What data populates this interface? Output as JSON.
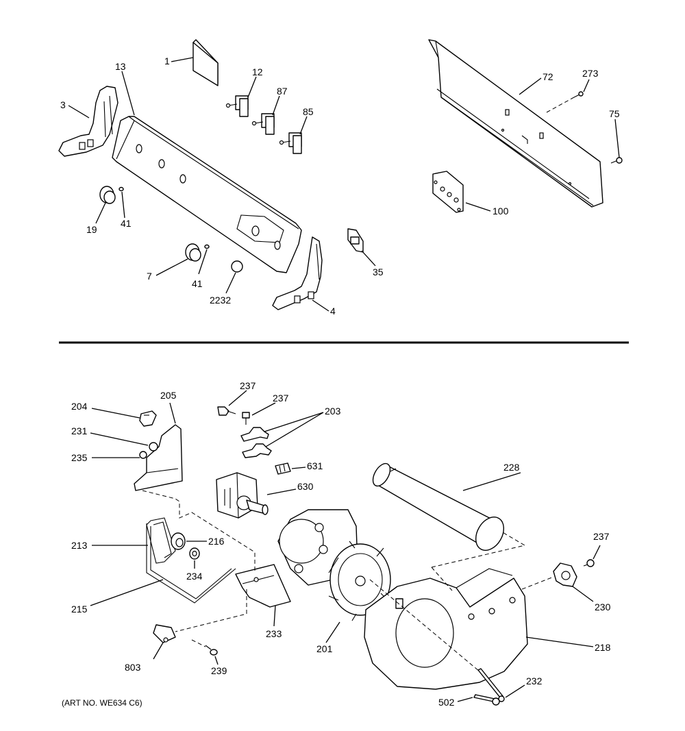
{
  "art_number": "(ART NO. WE634 C6)",
  "labels": [
    {
      "id": "l1",
      "text": "1"
    },
    {
      "id": "l13",
      "text": "13"
    },
    {
      "id": "l3",
      "text": "3"
    },
    {
      "id": "l12",
      "text": "12"
    },
    {
      "id": "l87",
      "text": "87"
    },
    {
      "id": "l85",
      "text": "85"
    },
    {
      "id": "l72",
      "text": "72"
    },
    {
      "id": "l273",
      "text": "273"
    },
    {
      "id": "l75",
      "text": "75"
    },
    {
      "id": "l100",
      "text": "100"
    },
    {
      "id": "l19",
      "text": "19"
    },
    {
      "id": "l41a",
      "text": "41"
    },
    {
      "id": "l7",
      "text": "7"
    },
    {
      "id": "l41b",
      "text": "41"
    },
    {
      "id": "l2232",
      "text": "2232"
    },
    {
      "id": "l4",
      "text": "4"
    },
    {
      "id": "l35",
      "text": "35"
    },
    {
      "id": "l237a",
      "text": "237"
    },
    {
      "id": "l237b",
      "text": "237"
    },
    {
      "id": "l203",
      "text": "203"
    },
    {
      "id": "l204",
      "text": "204"
    },
    {
      "id": "l205",
      "text": "205"
    },
    {
      "id": "l231",
      "text": "231"
    },
    {
      "id": "l235",
      "text": "235"
    },
    {
      "id": "l631",
      "text": "631"
    },
    {
      "id": "l630",
      "text": "630"
    },
    {
      "id": "l228",
      "text": "228"
    },
    {
      "id": "l213",
      "text": "213"
    },
    {
      "id": "l216",
      "text": "216"
    },
    {
      "id": "l234",
      "text": "234"
    },
    {
      "id": "l237c",
      "text": "237"
    },
    {
      "id": "l230",
      "text": "230"
    },
    {
      "id": "l215",
      "text": "215"
    },
    {
      "id": "l233",
      "text": "233"
    },
    {
      "id": "l201",
      "text": "201"
    },
    {
      "id": "l218",
      "text": "218"
    },
    {
      "id": "l803",
      "text": "803"
    },
    {
      "id": "l239",
      "text": "239"
    },
    {
      "id": "l232",
      "text": "232"
    },
    {
      "id": "l502",
      "text": "502"
    }
  ]
}
